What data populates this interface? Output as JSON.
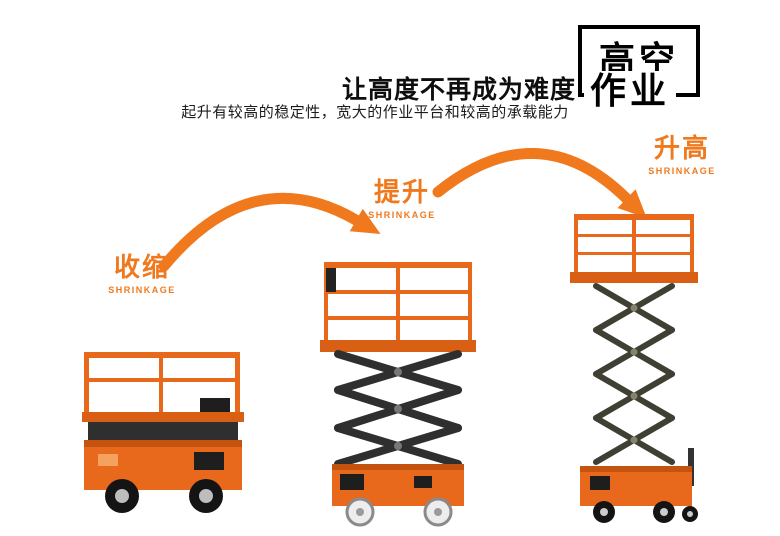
{
  "header": {
    "title": "让高度不再成为难度",
    "subtitle": "起升有较高的稳定性，宽大的作业平台和较高的承载能力",
    "badge": {
      "line1": "高空",
      "line2": "作业"
    }
  },
  "stages": [
    {
      "label": "收缩",
      "sublabel": "SHRINKAGE"
    },
    {
      "label": "提升",
      "sublabel": "SHRINKAGE"
    },
    {
      "label": "升高",
      "sublabel": "SHRINKAGE"
    }
  ],
  "colors": {
    "accent": "#f0791d",
    "lift_orange": "#e8681c",
    "platform_orange": "#d95f14",
    "scissor_dark": "#2f2f2f",
    "scissor_olive": "#3f3f33"
  }
}
